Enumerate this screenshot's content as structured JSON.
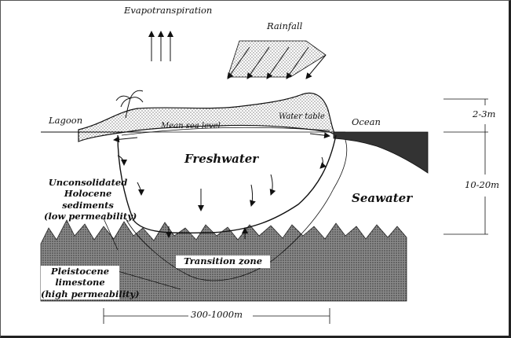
{
  "labels": {
    "evapotranspiration": "Evapotranspiration",
    "rainfall": "Rainfall",
    "lagoon": "Lagoon",
    "ocean": "Ocean",
    "mean_sea_level": "Mean sea level",
    "water_table": "Water table",
    "freshwater": "Freshwater",
    "seawater": "Seawater",
    "holocene_1": "Unconsolidated",
    "holocene_2": "Holocene",
    "holocene_3": "sediments",
    "holocene_4": "(low permeability)",
    "transition_zone": "Transition zone",
    "pleistocene_1": "Pleistocene",
    "pleistocene_2": "limestone",
    "pleistocene_3": "(high permeability)",
    "dim_island_height": "2-3m",
    "dim_lens_depth": "10-20m",
    "dim_width": "300-1000m"
  },
  "colors": {
    "ink": "#111111",
    "stipple": "#555555",
    "limestone": "#7a7a7a",
    "ocean_fill": "#333333"
  }
}
